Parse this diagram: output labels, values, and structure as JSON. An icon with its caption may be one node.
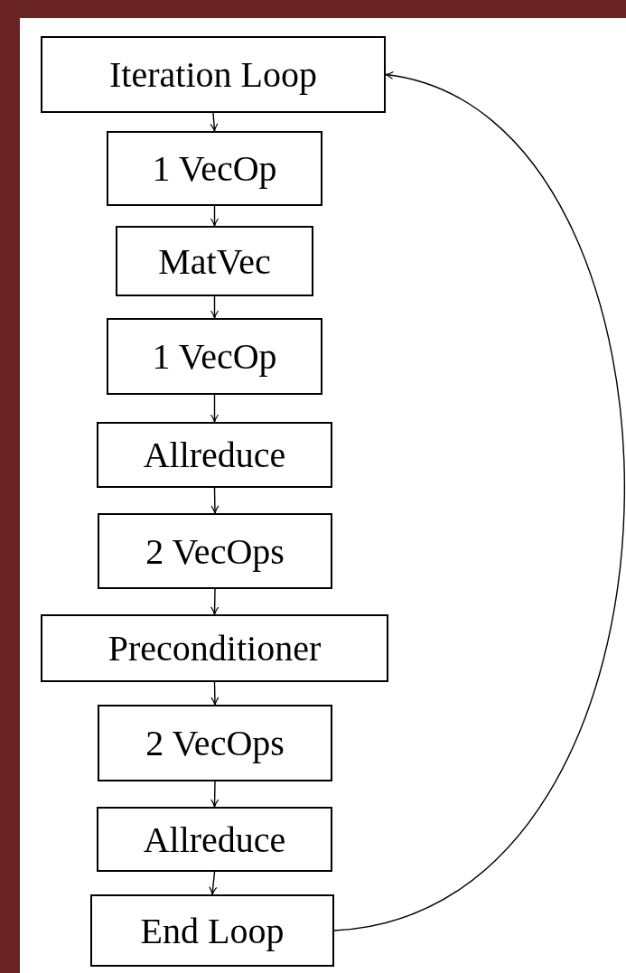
{
  "diagram": {
    "nodes": [
      {
        "text": [
          "Iteration Loop"
        ]
      },
      {
        "text": [
          "1 VecOp"
        ]
      },
      {
        "text": [
          "MatVec"
        ]
      },
      {
        "text": [
          "1 VecOp"
        ]
      },
      {
        "text": [
          "Allreduce"
        ]
      },
      {
        "text": [
          "2 VecOps"
        ]
      },
      {
        "text": [
          "Preconditioner"
        ]
      },
      {
        "text": [
          "2 VecOps"
        ]
      },
      {
        "text": [
          "Allreduce"
        ]
      },
      {
        "text": [
          "End Loop"
        ]
      }
    ],
    "edges": [
      {
        "from": 0,
        "to": 1,
        "arrow": "to"
      },
      {
        "from": 1,
        "to": 2,
        "arrow": "to"
      },
      {
        "from": 2,
        "to": 3,
        "arrow": "to"
      },
      {
        "from": 3,
        "to": 4,
        "arrow": "to"
      },
      {
        "from": 4,
        "to": 5,
        "arrow": "to"
      },
      {
        "from": 5,
        "to": 6,
        "arrow": "to"
      },
      {
        "from": 6,
        "to": 7,
        "arrow": "to"
      },
      {
        "from": 7,
        "to": 8,
        "arrow": "to"
      },
      {
        "from": 8,
        "to": 9,
        "arrow": "to"
      },
      {
        "from": 9,
        "to": 0,
        "arrow": "to"
      }
    ]
  }
}
